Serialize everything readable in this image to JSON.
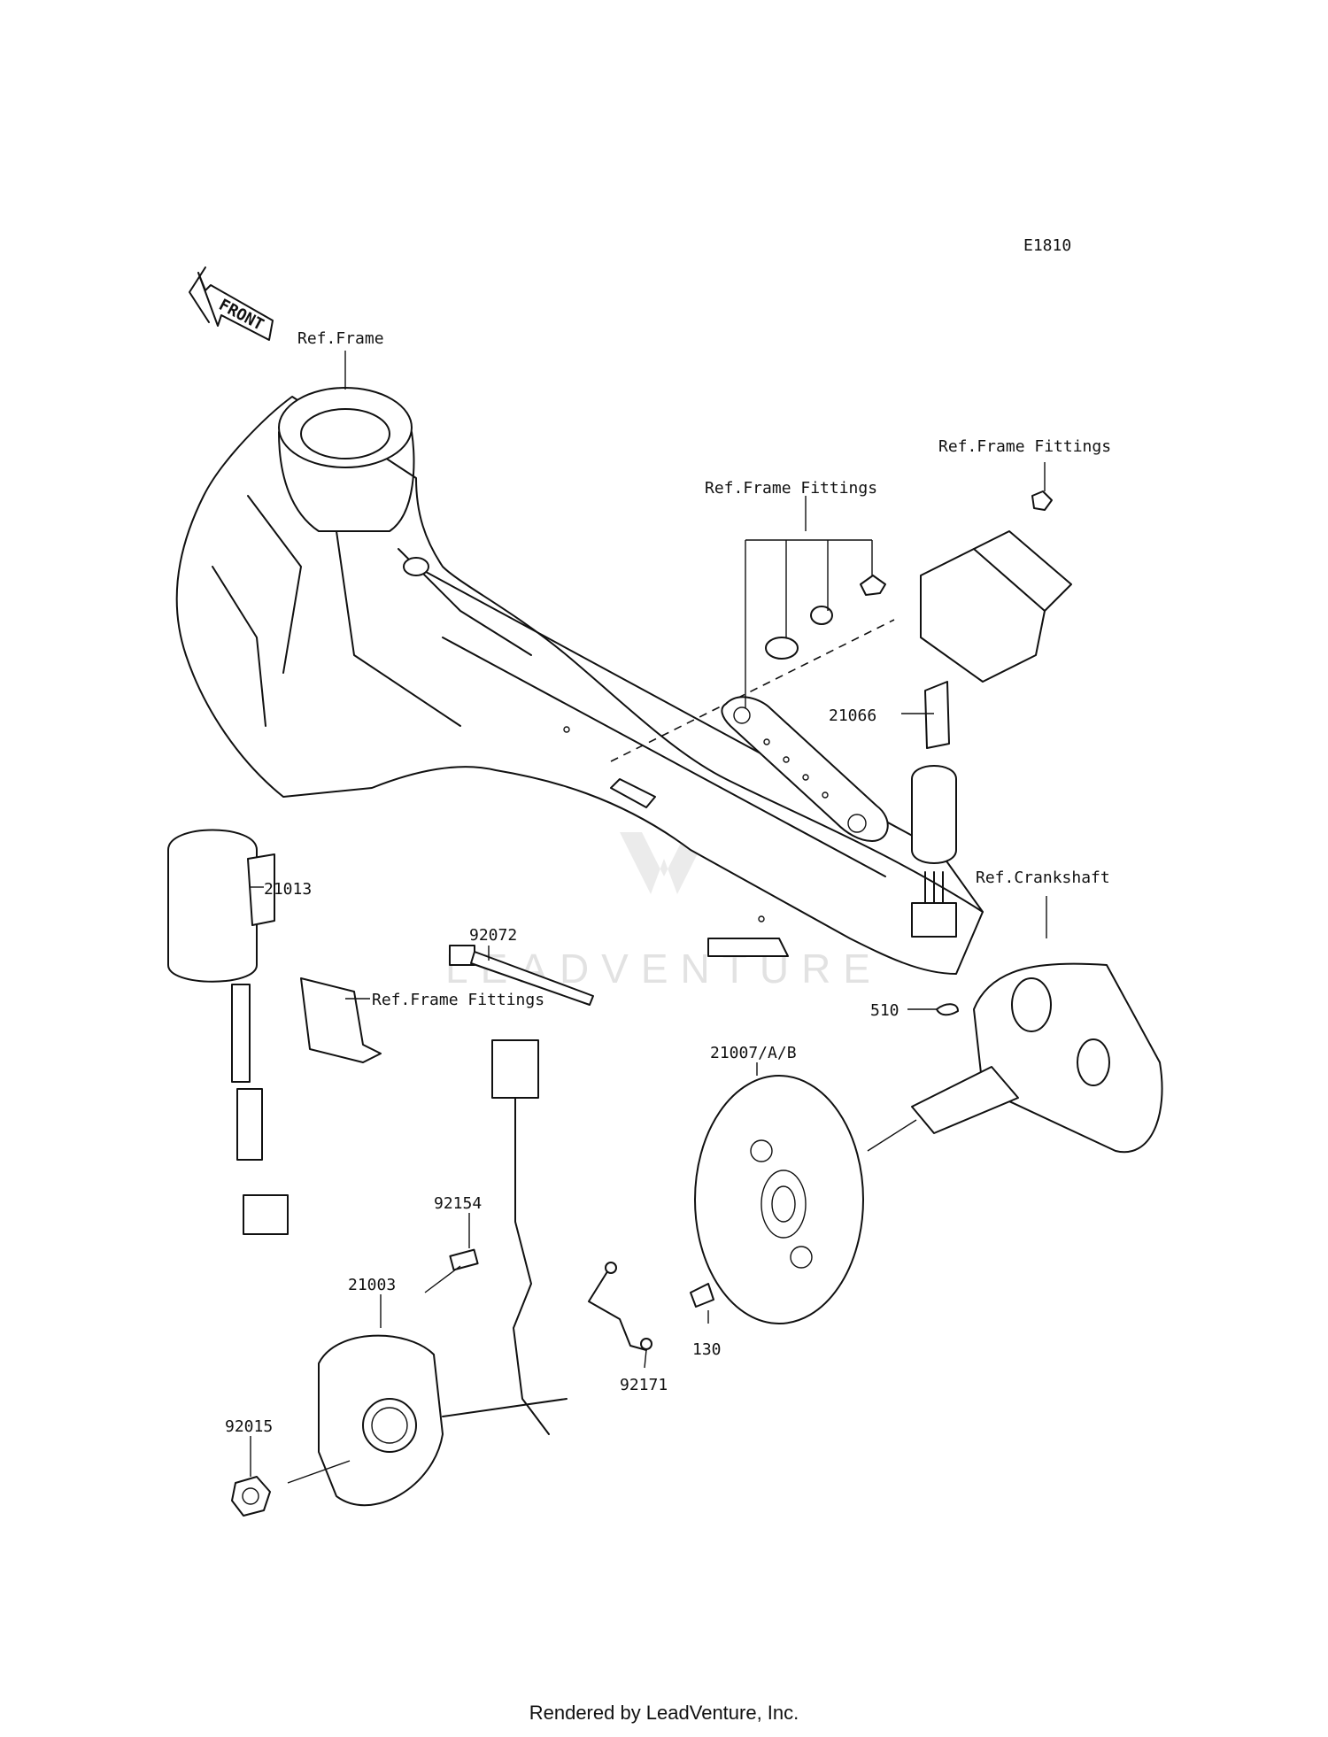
{
  "diagram_code": "E1810",
  "front_arrow_text": "FRONT",
  "watermark_text": "LEADVENTURE",
  "labels": {
    "ref_frame": "Ref.Frame",
    "ref_frame_fittings_top_right": "Ref.Frame Fittings",
    "ref_frame_fittings_mid": "Ref.Frame Fittings",
    "ref_frame_fittings_lower": "Ref.Frame Fittings",
    "ref_crankshaft": "Ref.Crankshaft",
    "p21066": "21066",
    "p21013": "21013",
    "p92072": "92072",
    "p510": "510",
    "p21007": "21007/A/B",
    "p92154": "92154",
    "p21003": "21003",
    "p130": "130",
    "p92171": "92171",
    "p92015": "92015"
  },
  "footer": "Rendered by LeadVenture, Inc."
}
